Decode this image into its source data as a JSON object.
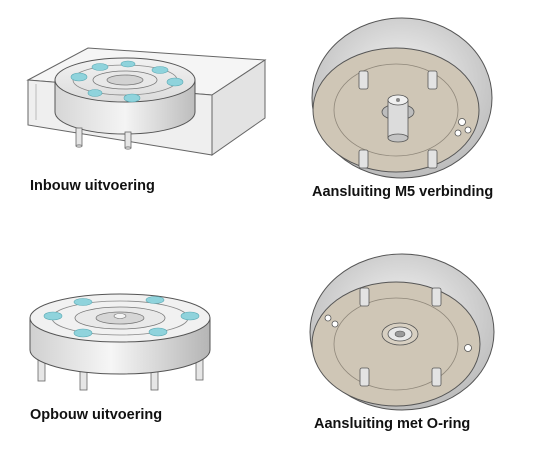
{
  "captions": {
    "inbouw": "Inbouw uitvoering",
    "m5": "Aansluiting M5 verbinding",
    "opbouw": "Opbouw uitvoering",
    "oring": "Aansluiting met O-ring"
  },
  "colors": {
    "metal_light": "#e6e6e6",
    "metal_mid": "#cfcfcf",
    "metal_dark": "#a9a9a9",
    "face_tan": "#cfc6b6",
    "accent_blue": "#8fd3dc",
    "outline": "#555555"
  }
}
